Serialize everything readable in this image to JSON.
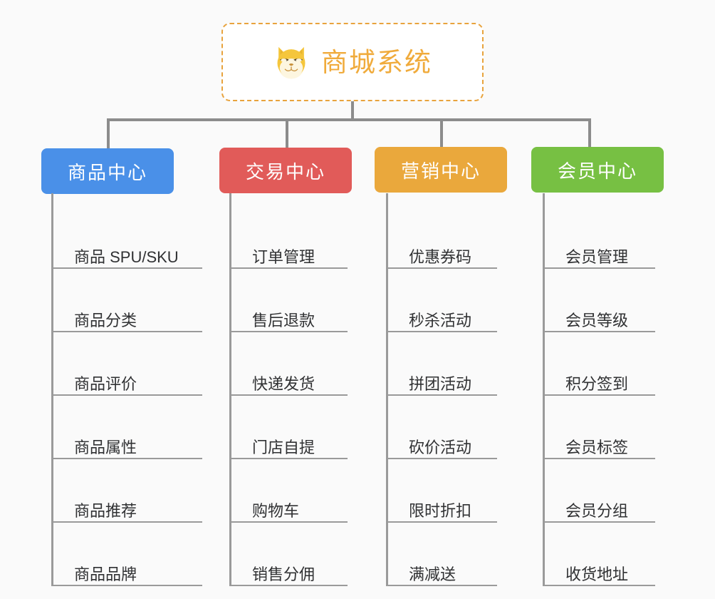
{
  "root": {
    "title": "商城系统",
    "icon": "shiba-dog-icon",
    "accent_color": "#f0ab3c",
    "border_color": "#e8a33d"
  },
  "canvas": {
    "background_color": "#fafafa",
    "connector_color": "#8c8c8c",
    "branch_line_color": "#9a9a9a",
    "leaf_text_color": "#303133"
  },
  "branches": [
    {
      "label": "商品中心",
      "color": "#4a90e8",
      "items": [
        "商品 SPU/SKU",
        "商品分类",
        "商品评价",
        "商品属性",
        "商品推荐",
        "商品品牌"
      ]
    },
    {
      "label": "交易中心",
      "color": "#e15b59",
      "items": [
        "订单管理",
        "售后退款",
        "快递发货",
        "门店自提",
        "购物车",
        "销售分佣"
      ]
    },
    {
      "label": "营销中心",
      "color": "#eaa83c",
      "items": [
        "优惠券码",
        "秒杀活动",
        "拼团活动",
        "砍价活动",
        "限时折扣",
        "满减送"
      ]
    },
    {
      "label": "会员中心",
      "color": "#77c council"
    }
  ]
}
